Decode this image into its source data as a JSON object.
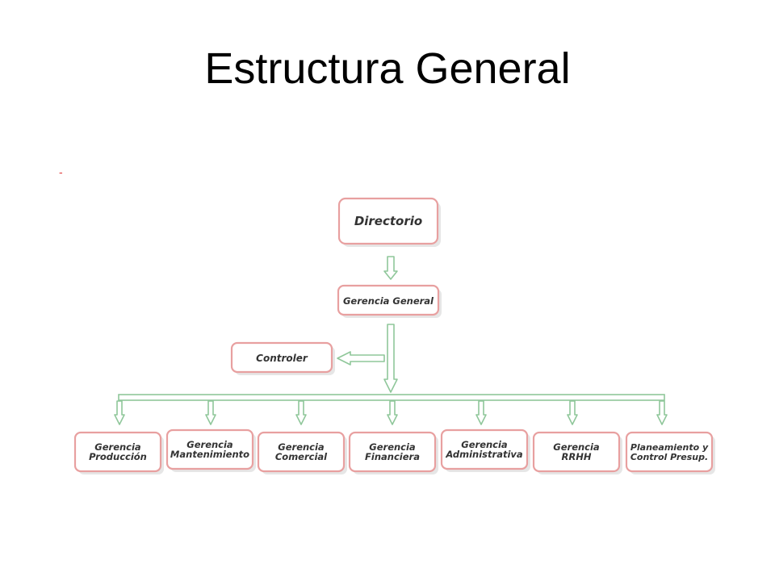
{
  "slide": {
    "title": "Estructura General",
    "dash": "-"
  },
  "nodes": {
    "directorio": [
      "Directorio"
    ],
    "gerencia_general": [
      "Gerencia General"
    ],
    "controler": [
      "Controler"
    ],
    "departments": [
      [
        "Gerencia",
        "Producción"
      ],
      [
        "Gerencia",
        "Mantenimiento"
      ],
      [
        "Gerencia",
        "Comercial"
      ],
      [
        "Gerencia",
        "Financiera"
      ],
      [
        "Gerencia",
        "Administrativa"
      ],
      [
        "Gerencia",
        "RRHH"
      ],
      [
        "Planeamiento y",
        "Control Presup."
      ]
    ]
  },
  "colors": {
    "box_border": "#e8a0a0",
    "connector": "#8fc79a",
    "text": "#333333"
  }
}
